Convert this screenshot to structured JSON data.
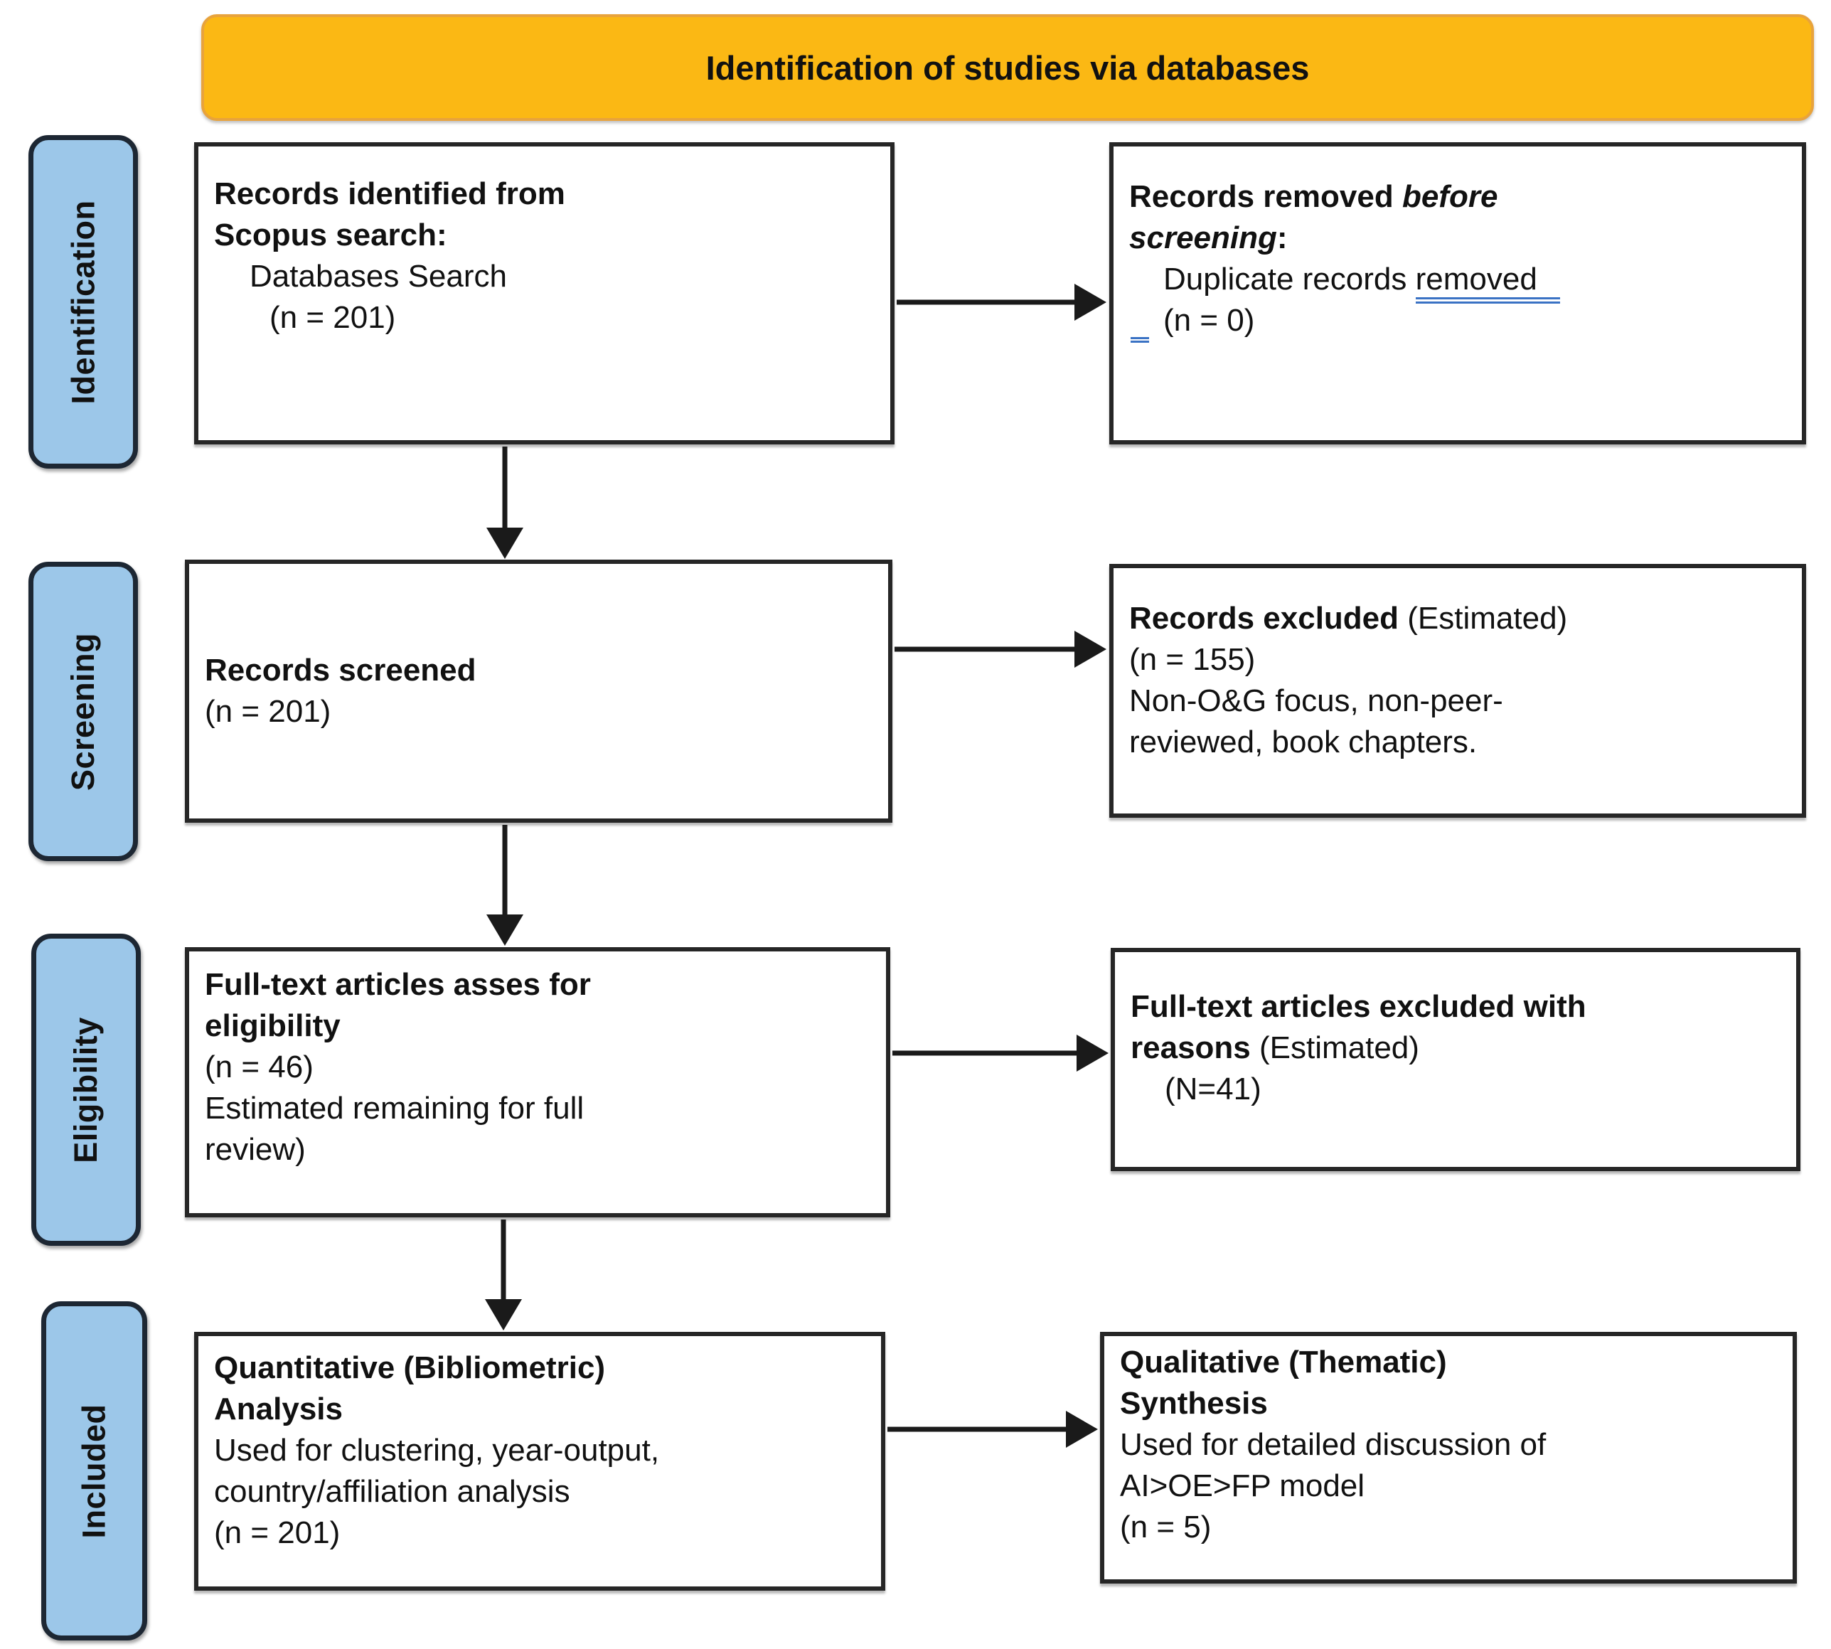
{
  "header": {
    "title": "Identification of studies via databases"
  },
  "colors": {
    "orange": "#FBB814",
    "orange_border": "#E8A33C",
    "stage_blue": "#9CC7E9",
    "stage_blue_border": "#1D2733",
    "box_border": "#262626",
    "arrow": "#1A1A1A",
    "underline_blue": "#3A72C4"
  },
  "stages": [
    {
      "label": "Identification"
    },
    {
      "label": "Screening"
    },
    {
      "label": "Eligibility"
    },
    {
      "label": "Included"
    }
  ],
  "boxes": [
    {
      "name": "records-identified",
      "lines": [
        {
          "segs": [
            {
              "t": "Records identified from",
              "b": 1
            }
          ]
        },
        {
          "segs": [
            {
              "t": "Scopus search:",
              "b": 1
            }
          ]
        },
        {
          "indent": 50,
          "segs": [
            {
              "t": "Databases Search"
            }
          ]
        },
        {
          "indent": 78,
          "segs": [
            {
              "t": "(n = 201)"
            }
          ]
        }
      ]
    },
    {
      "name": "records-removed-before-screening",
      "lines": [
        {
          "segs": [
            {
              "t": "Records removed ",
              "b": 1
            },
            {
              "t": "before",
              "b": 1,
              "i": 1
            }
          ]
        },
        {
          "segs": [
            {
              "t": "screening",
              "b": 1,
              "i": 1
            },
            {
              "t": ":",
              "b": 1
            }
          ]
        },
        {
          "indent": 48,
          "segs": [
            {
              "t": "Duplicate records "
            },
            {
              "t": "removed",
              "u": 1
            }
          ]
        },
        {
          "indent": 48,
          "tick": true,
          "segs": [
            {
              "t": "(n = 0)"
            }
          ]
        }
      ]
    },
    {
      "name": "records-screened",
      "lines": [
        {
          "segs": [
            {
              "t": "Records screened",
              "b": 1
            }
          ]
        },
        {
          "segs": [
            {
              "t": "(n = 201)"
            }
          ]
        }
      ]
    },
    {
      "name": "records-excluded",
      "lines": [
        {
          "segs": [
            {
              "t": "Records excluded",
              "b": 1
            },
            {
              "t": " (Estimated)"
            }
          ]
        },
        {
          "segs": [
            {
              "t": "(n = 155)"
            }
          ]
        },
        {
          "segs": [
            {
              "t": "Non-O&G focus, non-peer-"
            }
          ]
        },
        {
          "segs": [
            {
              "t": "reviewed, book chapters."
            }
          ]
        }
      ]
    },
    {
      "name": "fulltext-assessed",
      "lines": [
        {
          "segs": [
            {
              "t": "Full-text articles asses for",
              "b": 1
            }
          ]
        },
        {
          "segs": [
            {
              "t": "eligibility",
              "b": 1
            }
          ]
        },
        {
          "segs": [
            {
              "t": "(n = 46)"
            }
          ]
        },
        {
          "segs": [
            {
              "t": "Estimated remaining for full"
            }
          ]
        },
        {
          "segs": [
            {
              "t": "review)"
            }
          ]
        }
      ]
    },
    {
      "name": "fulltext-excluded",
      "lines": [
        {
          "segs": [
            {
              "t": "Full-text articles excluded with",
              "b": 1
            }
          ]
        },
        {
          "segs": [
            {
              "t": "reasons",
              "b": 1
            },
            {
              "t": " (Estimated)"
            }
          ]
        },
        {
          "indent": 48,
          "segs": [
            {
              "t": "(N=41)"
            }
          ]
        }
      ]
    },
    {
      "name": "quantitative-analysis",
      "lines": [
        {
          "segs": [
            {
              "t": "Quantitative (Bibliometric)",
              "b": 1
            }
          ]
        },
        {
          "segs": [
            {
              "t": "Analysis",
              "b": 1
            }
          ]
        },
        {
          "segs": [
            {
              "t": "Used for clustering, year-output,"
            }
          ]
        },
        {
          "segs": [
            {
              "t": "country/affiliation analysis"
            }
          ]
        },
        {
          "segs": [
            {
              "t": "(n = 201)"
            }
          ]
        }
      ]
    },
    {
      "name": "qualitative-synthesis",
      "lines": [
        {
          "segs": [
            {
              "t": "Qualitative (Thematic)",
              "b": 1
            }
          ]
        },
        {
          "segs": [
            {
              "t": "Synthesis",
              "b": 1
            }
          ]
        },
        {
          "segs": [
            {
              "t": "Used for detailed discussion of"
            }
          ]
        },
        {
          "segs": [
            {
              "t": "AI>OE>FP model"
            }
          ]
        },
        {
          "segs": [
            {
              "t": "(n = 5)"
            }
          ]
        }
      ]
    }
  ]
}
